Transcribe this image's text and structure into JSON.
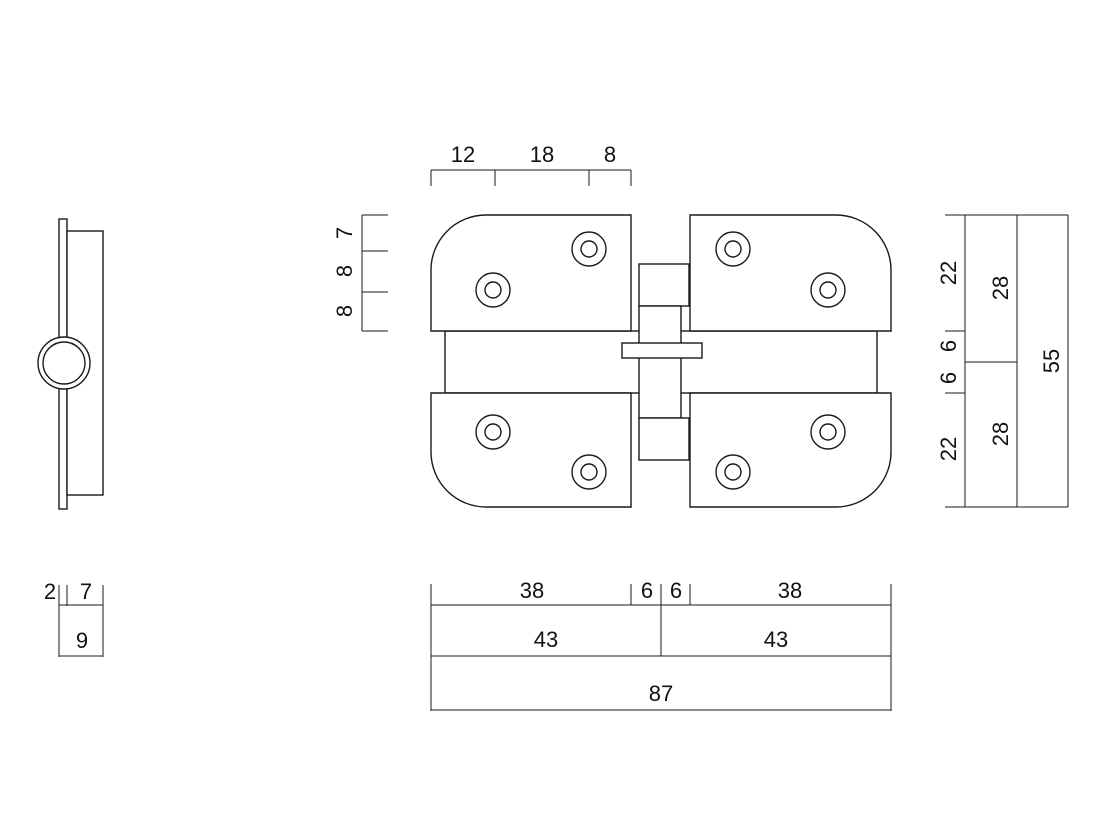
{
  "side_view": {
    "dims": {
      "flange": "2",
      "body": "7",
      "total": "9"
    }
  },
  "front_view": {
    "top_dims": [
      "12",
      "18",
      "8"
    ],
    "left_dims": [
      "7",
      "8",
      "8"
    ],
    "right_inner_dims": [
      "22",
      "6",
      "6",
      "22"
    ],
    "right_middle_dims": [
      "28",
      "28"
    ],
    "right_outer_dims": [
      "55"
    ],
    "bottom_row1": [
      "38",
      "6",
      "6",
      "38"
    ],
    "bottom_row2": [
      "43",
      "43"
    ],
    "bottom_row3": [
      "87"
    ]
  }
}
